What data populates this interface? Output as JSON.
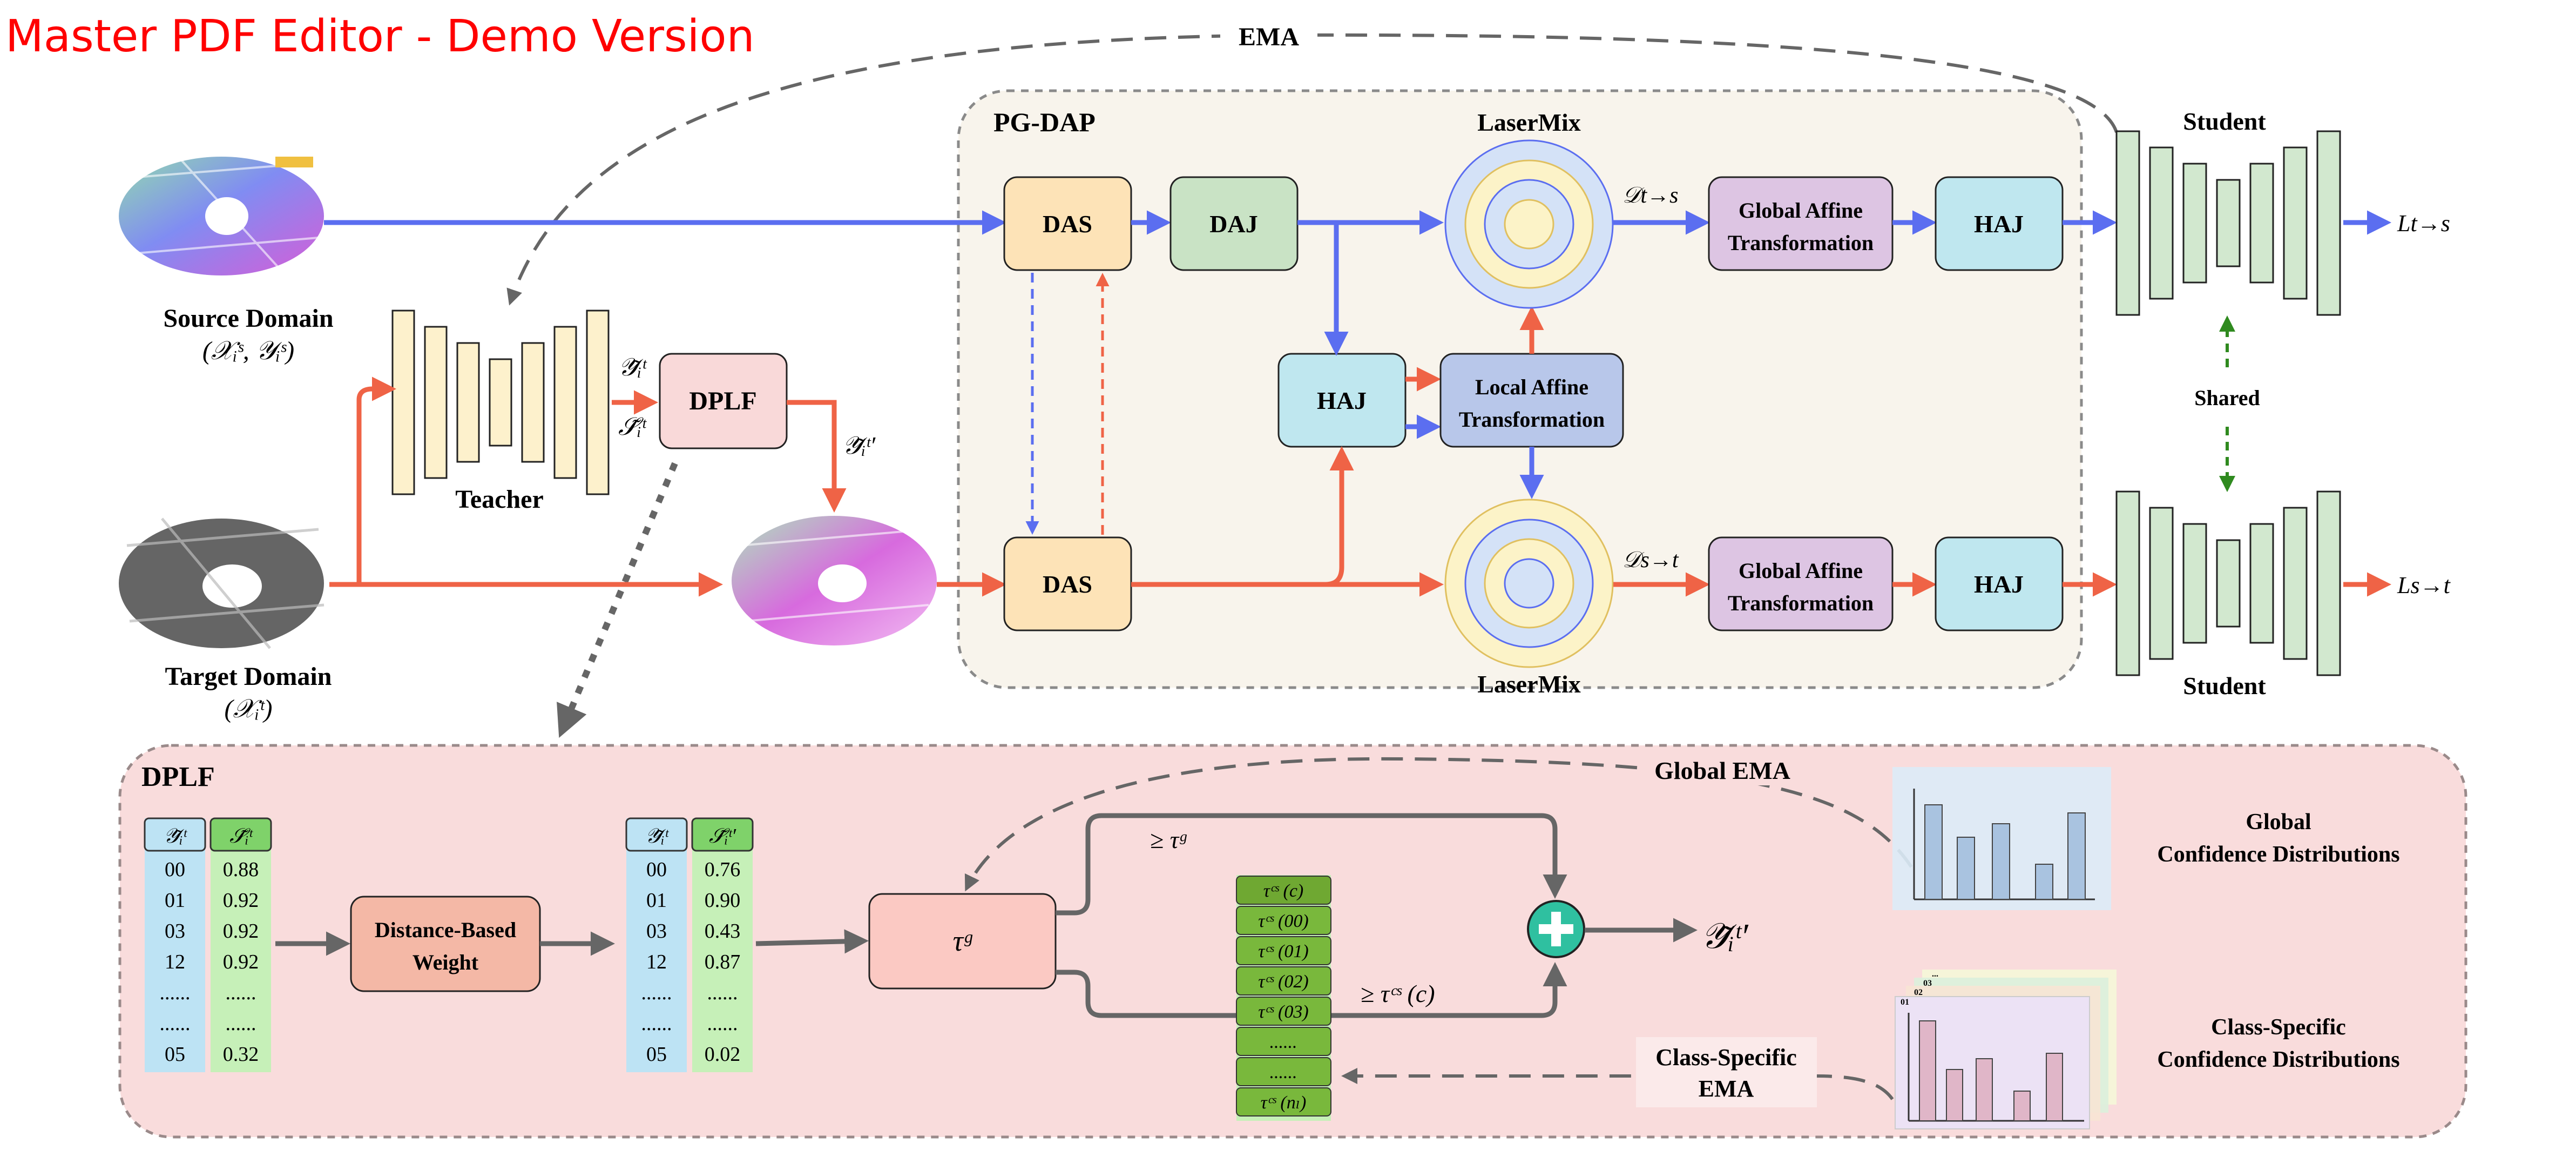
{
  "watermark": "Master PDF Editor - Demo Version",
  "labels": {
    "ema": "EMA",
    "pgdap": "PG-DAP",
    "lasermix": "LaserMix",
    "student": "Student",
    "teacher": "Teacher",
    "shared": "Shared",
    "source_domain": "Source Domain",
    "source_domain_set": "(𝒳ᵢˢ, 𝒴ᵢˢ)",
    "target_domain": "Target Domain",
    "target_domain_set": "(𝒳ᵢᵗ)",
    "y_tilde": "𝒴̃ᵢᵗ",
    "s_tilde": "𝒮̃ᵢᵗ",
    "y_tilde_prime": "𝒴̃ᵢᵗ′",
    "d_ts": "𝒟t→s",
    "d_st": "𝒟s→t",
    "l_ts": "Lt→s",
    "l_st": "Ls→t",
    "dplf_section": "DPLF",
    "global_ema": "Global EMA",
    "class_specific_ema_1": "Class-Specific",
    "class_specific_ema_2": "EMA",
    "global_conf_1": "Global",
    "global_conf_2": "Confidence Distributions",
    "class_conf_1": "Class-Specific",
    "class_conf_2": "Confidence Distributions",
    "ge_tau_g": "≥ τᵍ",
    "ge_tau_cs": "≥ τᶜˢ (c)",
    "tau_g": "τᵍ",
    "y_out": "𝒴̃ᵢᵗ′"
  },
  "boxes": {
    "das_top": "DAS",
    "daj": "DAJ",
    "haj_mid": "HAJ",
    "local_affine_1": "Local Affine",
    "local_affine_2": "Transformation",
    "global_affine_1": "Global Affine",
    "global_affine_2": "Transformation",
    "haj_top": "HAJ",
    "das_bottom": "DAS",
    "haj_bottom": "HAJ",
    "dplf": "DPLF",
    "distance_weight_1": "Distance-Based",
    "distance_weight_2": "Weight"
  },
  "table1": {
    "header_y": "𝒴̃ᵢᵗ",
    "header_s": "𝒮̃ᵢᵗ",
    "rows": [
      [
        "00",
        "0.88"
      ],
      [
        "01",
        "0.92"
      ],
      [
        "03",
        "0.92"
      ],
      [
        "12",
        "0.92"
      ],
      [
        "......",
        "......"
      ],
      [
        "......",
        "......"
      ],
      [
        "05",
        "0.32"
      ]
    ]
  },
  "table2": {
    "header_y": "𝒴̃ᵢᵗ",
    "header_s": "𝒮̃ᵢᵗ′",
    "rows": [
      [
        "00",
        "0.76"
      ],
      [
        "01",
        "0.90"
      ],
      [
        "03",
        "0.43"
      ],
      [
        "12",
        "0.87"
      ],
      [
        "......",
        "......"
      ],
      [
        "......",
        "......"
      ],
      [
        "05",
        "0.02"
      ]
    ]
  },
  "tau_cs_list": [
    "τᶜˢ (c)",
    "τᶜˢ (00)",
    "τᶜˢ (01)",
    "τᶜˢ (02)",
    "τᶜˢ (03)",
    "......",
    "......",
    "τᶜˢ (nₗ)"
  ],
  "class_chart_ticks": [
    "01",
    "02",
    "03",
    "..."
  ],
  "colors": {
    "blue_arrow": "#5b6ef0",
    "red_arrow": "#ef6346",
    "green_dash": "#2f8a1f",
    "gray": "#666666",
    "das_fill": "#fde3b7",
    "daj_fill": "#c9e3c5",
    "haj_fill": "#bfe7ef",
    "local_affine_fill": "#b8c7ea",
    "global_affine_fill": "#ddc5e3",
    "dplf_fill": "#f9d9d9",
    "pgdap_bg": "#f8f4ec",
    "dplf_bg": "#f9dcdc",
    "watermark": "#ff0000"
  }
}
